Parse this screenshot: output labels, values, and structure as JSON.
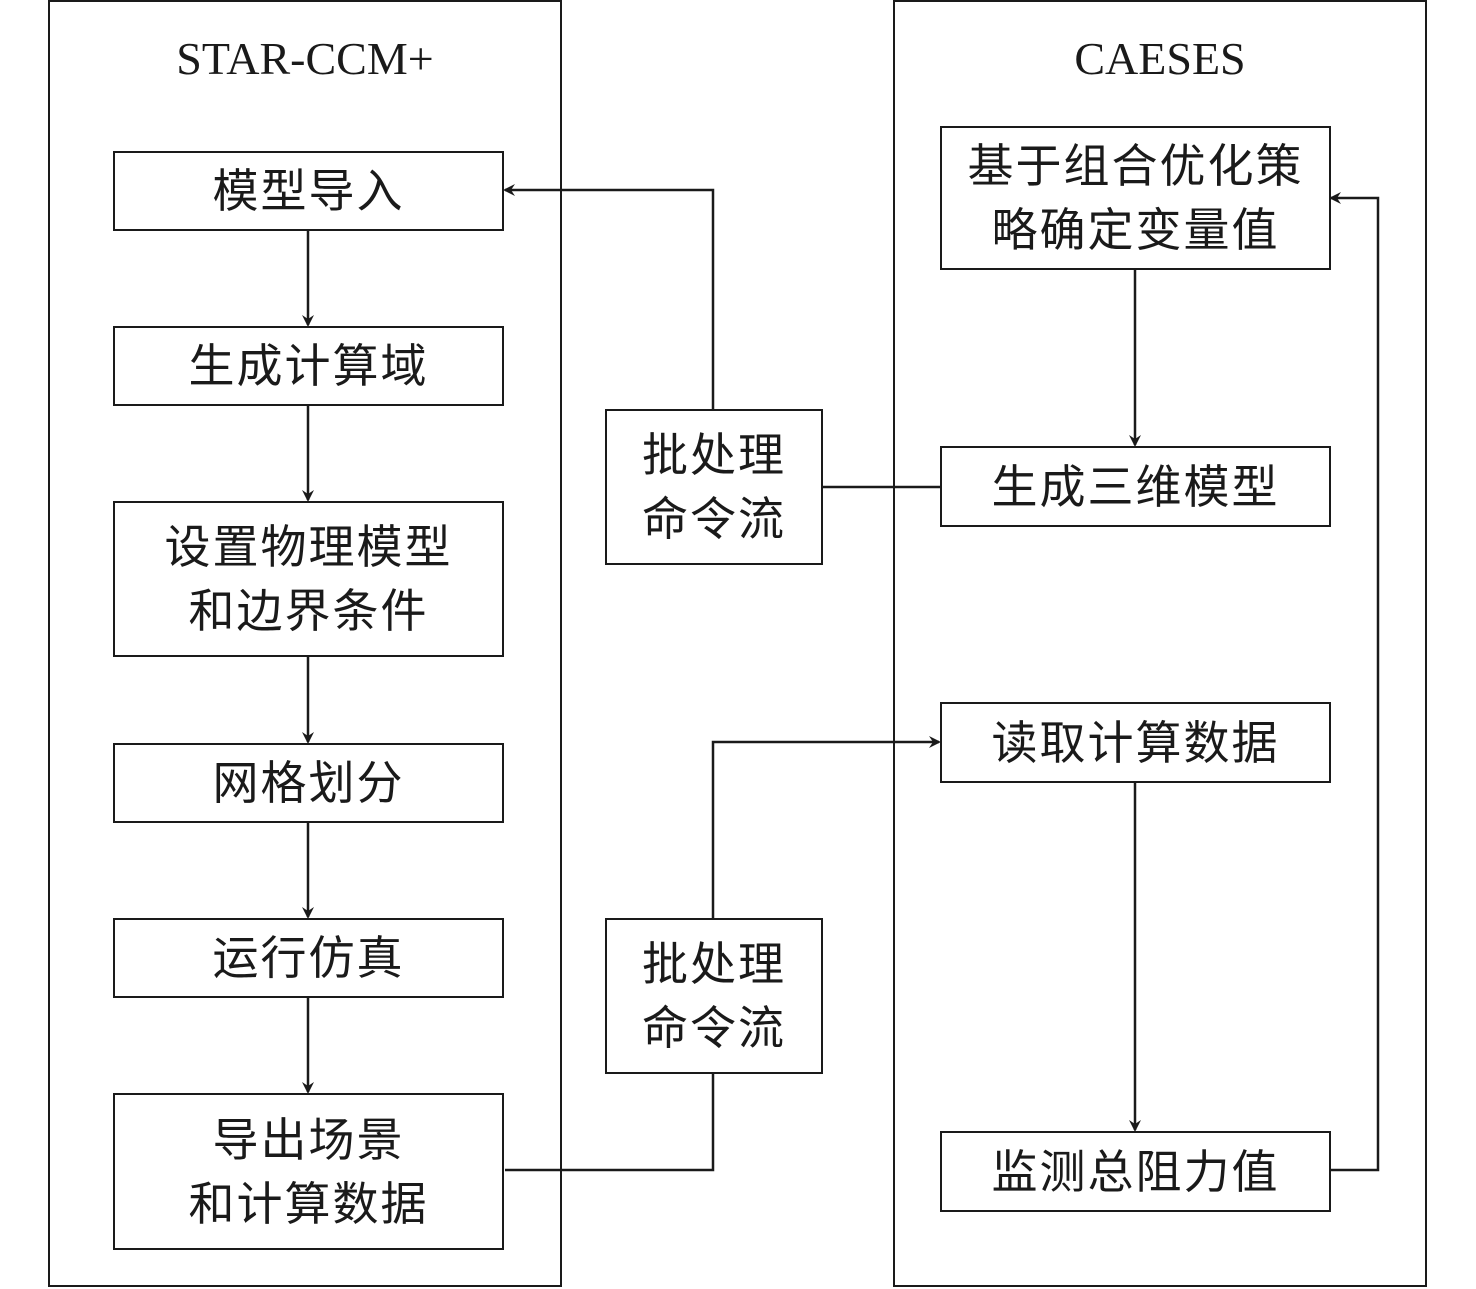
{
  "left_panel": {
    "title": "STAR-CCM+",
    "steps": [
      {
        "lines": [
          "模型导入"
        ]
      },
      {
        "lines": [
          "生成计算域"
        ]
      },
      {
        "lines": [
          "设置物理模型",
          "和边界条件"
        ]
      },
      {
        "lines": [
          "网格划分"
        ]
      },
      {
        "lines": [
          "运行仿真"
        ]
      },
      {
        "lines": [
          "导出场景",
          "和计算数据"
        ]
      }
    ]
  },
  "right_panel": {
    "title": "CAESES",
    "steps": [
      {
        "lines": [
          "基于组合优化策",
          "略确定变量值"
        ]
      },
      {
        "lines": [
          "生成三维模型"
        ]
      },
      {
        "lines": [
          "读取计算数据"
        ]
      },
      {
        "lines": [
          "监测总阻力值"
        ]
      }
    ]
  },
  "connectors": {
    "batch_top": {
      "lines": [
        "批处理",
        "命令流"
      ]
    },
    "batch_bottom": {
      "lines": [
        "批处理",
        "命令流"
      ]
    }
  }
}
